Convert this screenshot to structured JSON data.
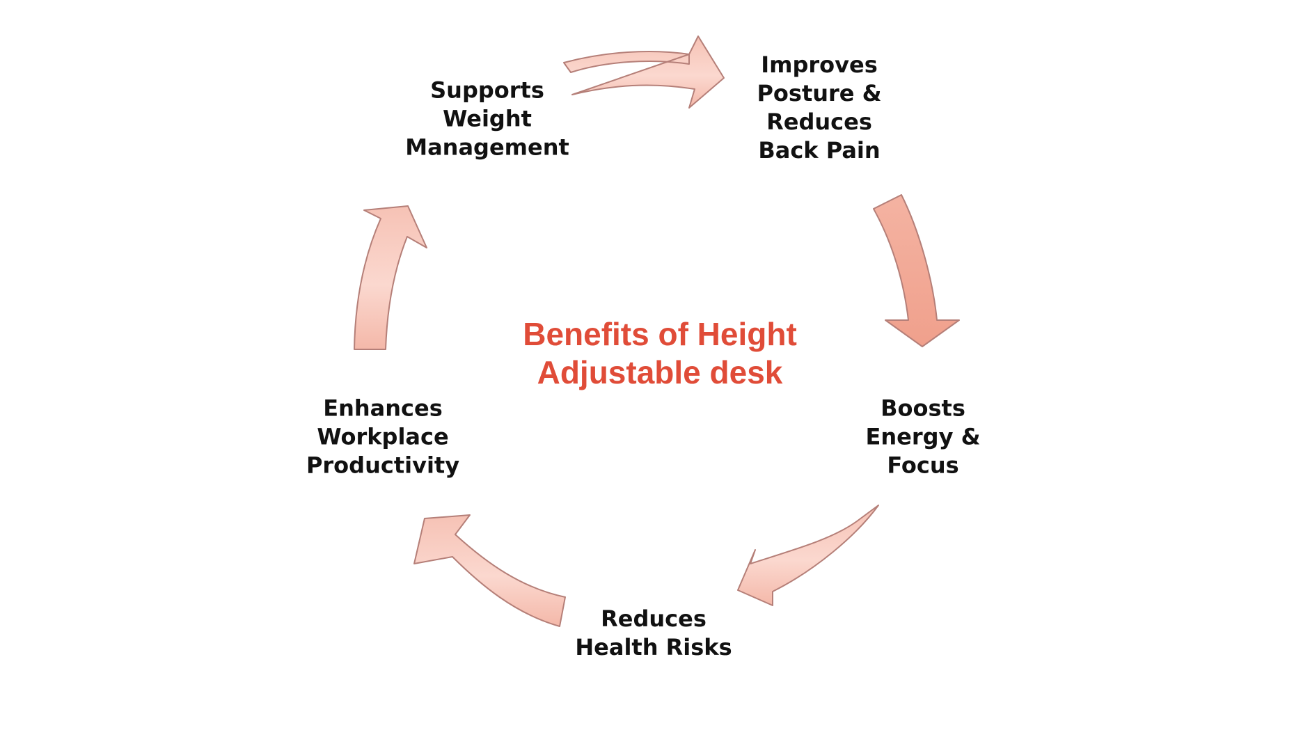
{
  "title": "Benefits of Height\nAdjustable desk",
  "colors": {
    "title": "#e04c38",
    "arrow_light": "#fde2dc",
    "arrow_mid": "#f6c2b5",
    "arrow_dark": "#f0a08c",
    "arrow_stroke": "#b57f78",
    "text": "#111111"
  },
  "steps": [
    {
      "id": "posture",
      "label": "Improves\nPosture &\nReduces\nBack Pain"
    },
    {
      "id": "energy",
      "label": "Boosts\nEnergy &\nFocus"
    },
    {
      "id": "health",
      "label": "Reduces\nHealth Risks"
    },
    {
      "id": "productivity",
      "label": "Enhances\nWorkplace\nProductivity"
    },
    {
      "id": "weight",
      "label": "Supports\nWeight\nManagement"
    }
  ]
}
